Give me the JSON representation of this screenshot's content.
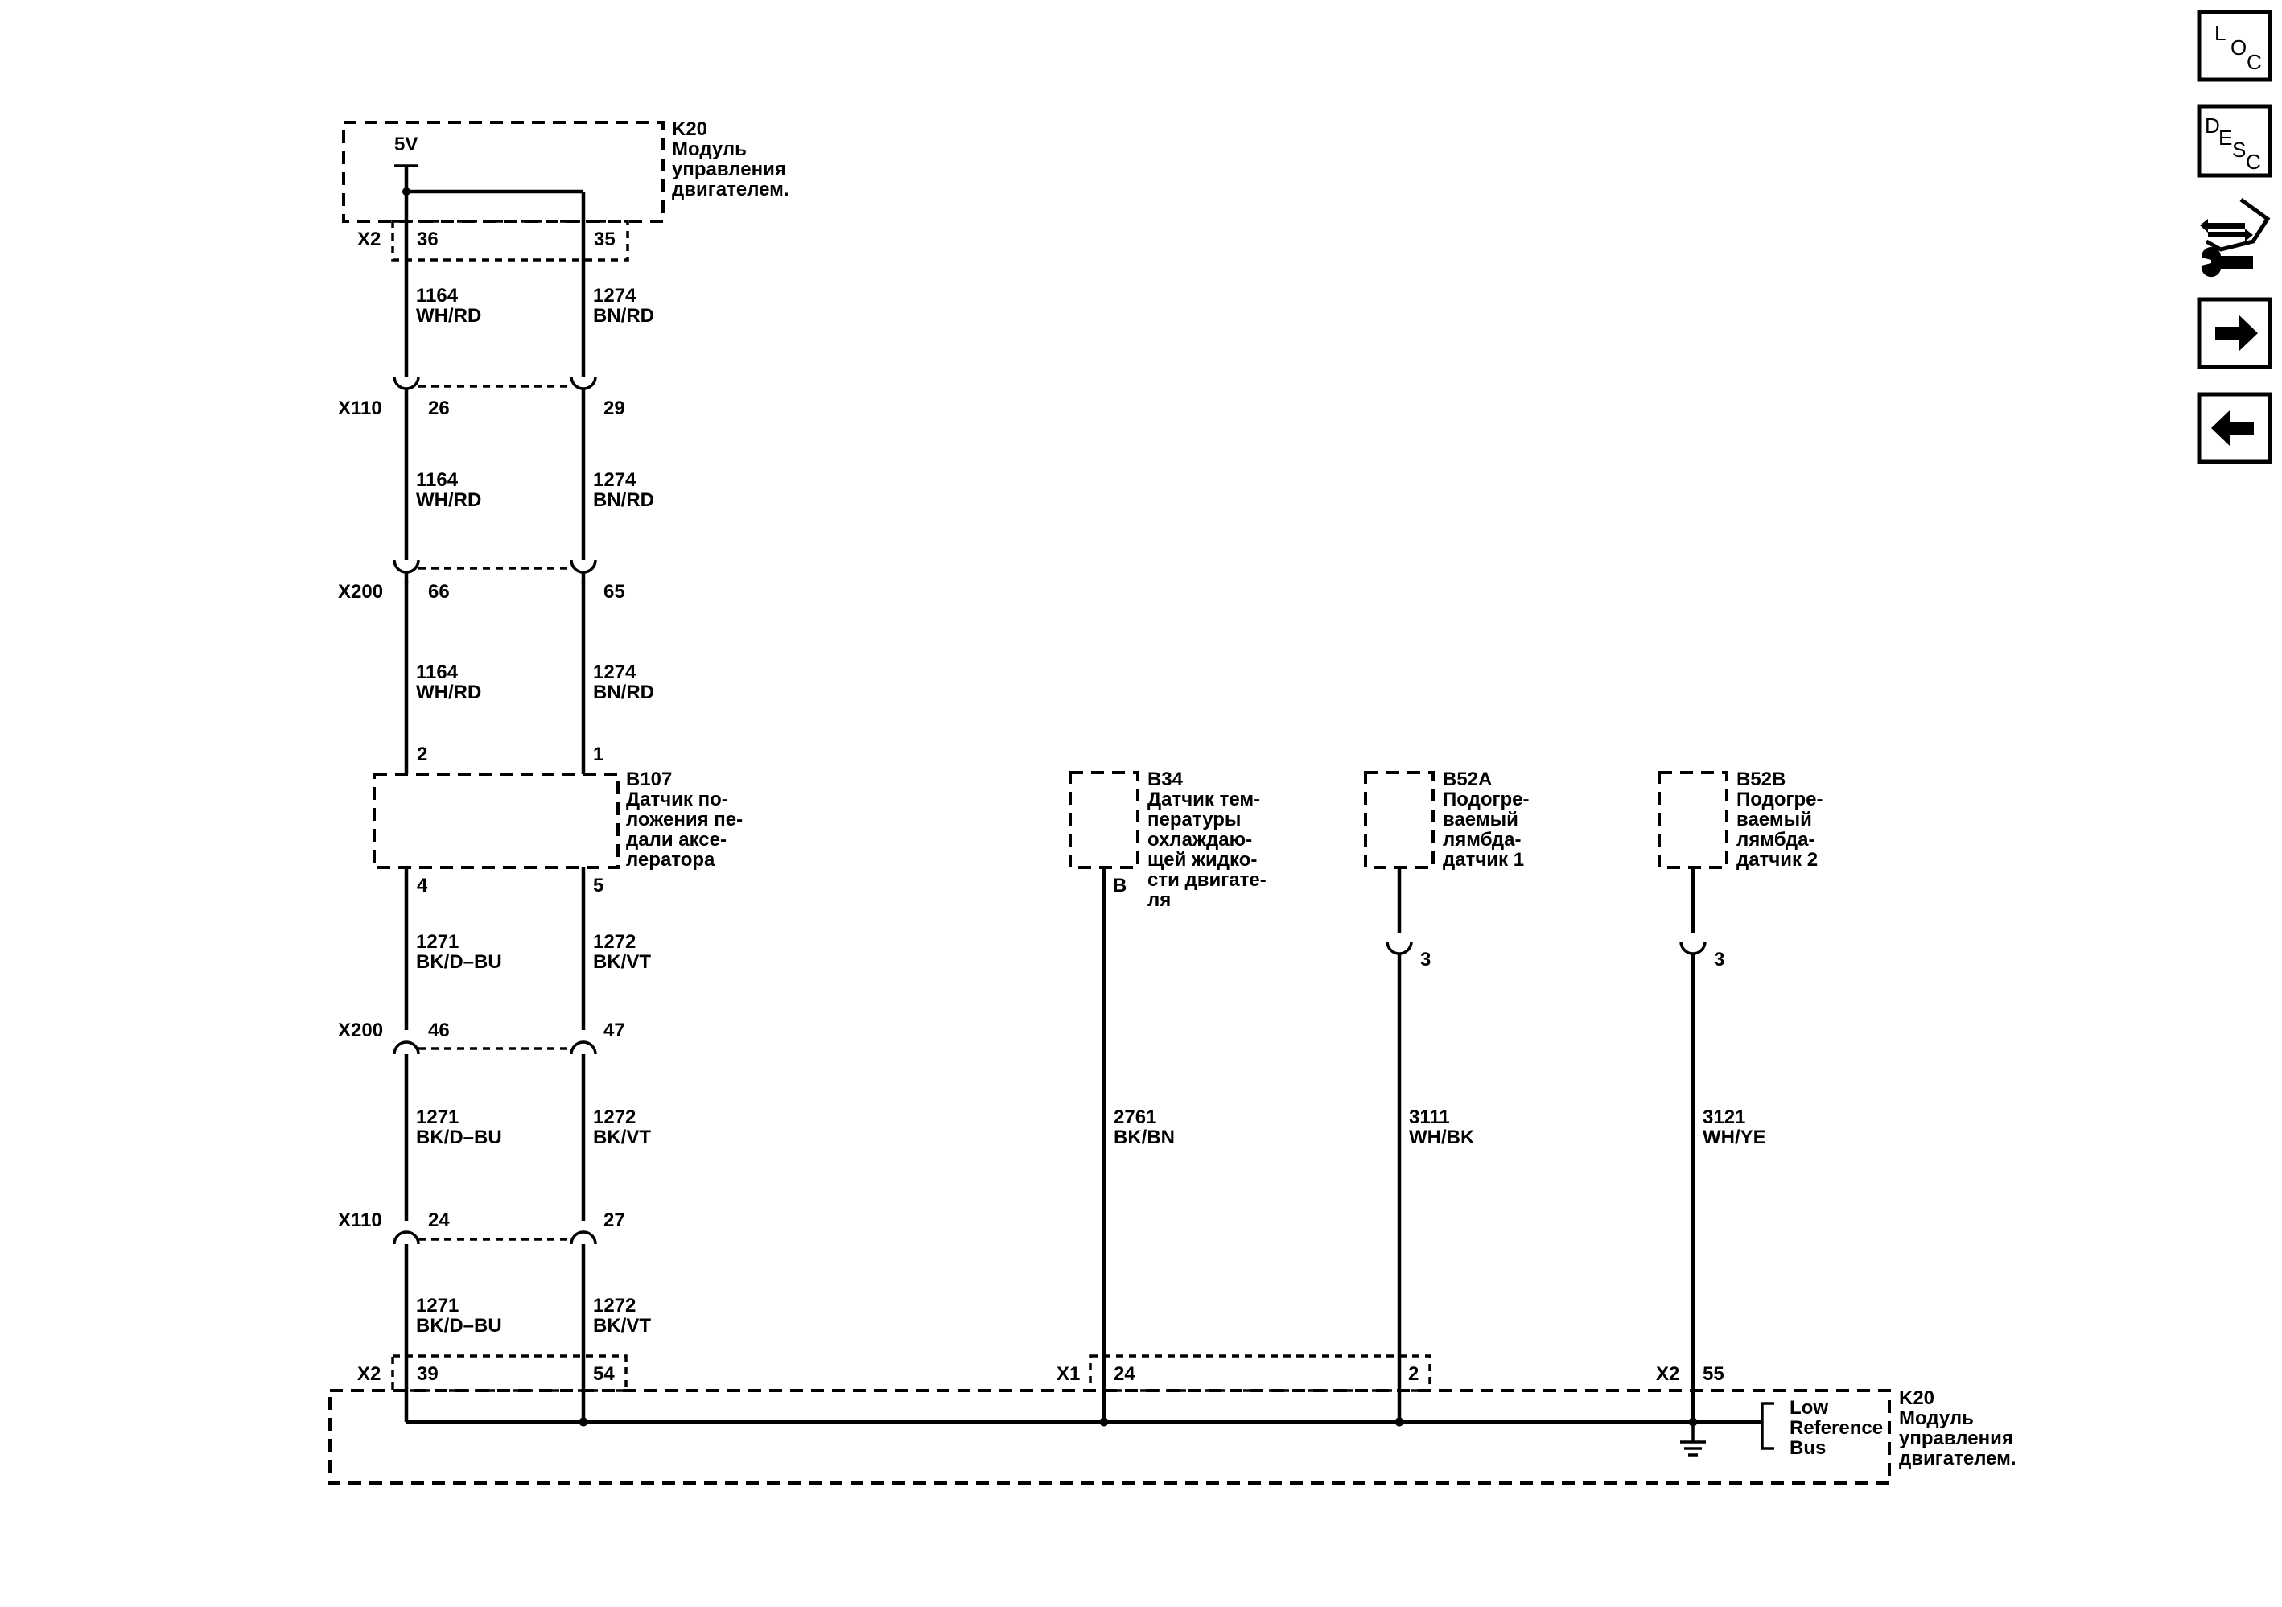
{
  "ecm_top": {
    "id": "K20",
    "name_lines": [
      "Модуль",
      "управления",
      "двигателем."
    ],
    "voltage": "5V",
    "connector": "X2",
    "pins": [
      "36",
      "35"
    ]
  },
  "ecm_bottom": {
    "id": "K20",
    "name_lines": [
      "Модуль",
      "управления",
      "двигателем."
    ],
    "conn_x2_left": "X2",
    "pins_x2_left": [
      "39",
      "54"
    ],
    "conn_x1": "X1",
    "pins_x1": [
      "24",
      "2"
    ],
    "conn_x2_right": "X2",
    "pin_x2_right": "55",
    "bus_lines": [
      "Low",
      "Reference",
      "Bus"
    ]
  },
  "upper_wires": {
    "left": {
      "circuit": "1164",
      "color": "WH/RD"
    },
    "right": {
      "circuit": "1274",
      "color": "BN/RD"
    }
  },
  "lower_wires": {
    "left": {
      "circuit": "1271",
      "color": "BK/D–BU"
    },
    "right": {
      "circuit": "1272",
      "color": "BK/VT"
    }
  },
  "connectors": {
    "x110_upper": {
      "name": "X110",
      "pins": [
        "26",
        "29"
      ]
    },
    "x200_upper": {
      "name": "X200",
      "pins": [
        "66",
        "65"
      ]
    },
    "x200_lower": {
      "name": "X200",
      "pins": [
        "46",
        "47"
      ]
    },
    "x110_lower": {
      "name": "X110",
      "pins": [
        "24",
        "27"
      ]
    }
  },
  "b107": {
    "id": "B107",
    "name_lines": [
      "Датчик по-",
      "ложения пе-",
      "дали аксе-",
      "лератора"
    ],
    "pins_top": [
      "2",
      "1"
    ],
    "pins_bottom": [
      "4",
      "5"
    ]
  },
  "b34": {
    "id": "B34",
    "name_lines": [
      "Датчик тем-",
      "пературы",
      "охлаждаю-",
      "щей жидко-",
      "сти двигате-",
      "ля"
    ],
    "pin": "B",
    "wire": {
      "circuit": "2761",
      "color": "BK/BN"
    }
  },
  "b52a": {
    "id": "B52A",
    "name_lines": [
      "Подогре-",
      "ваемый",
      "лямбда-",
      "датчик 1"
    ],
    "pin": "3",
    "wire": {
      "circuit": "3111",
      "color": "WH/BK"
    }
  },
  "b52b": {
    "id": "B52B",
    "name_lines": [
      "Подогре-",
      "ваемый",
      "лямбда-",
      "датчик 2"
    ],
    "pin": "3",
    "wire": {
      "circuit": "3121",
      "color": "WH/YE"
    }
  },
  "nav": {
    "loc": [
      "L",
      "O",
      "C"
    ],
    "desc": [
      "D",
      "E",
      "S",
      "C"
    ],
    "service_icon": "connector-wrench-icon",
    "next_icon": "arrow-right-icon",
    "prev_icon": "arrow-left-icon"
  }
}
